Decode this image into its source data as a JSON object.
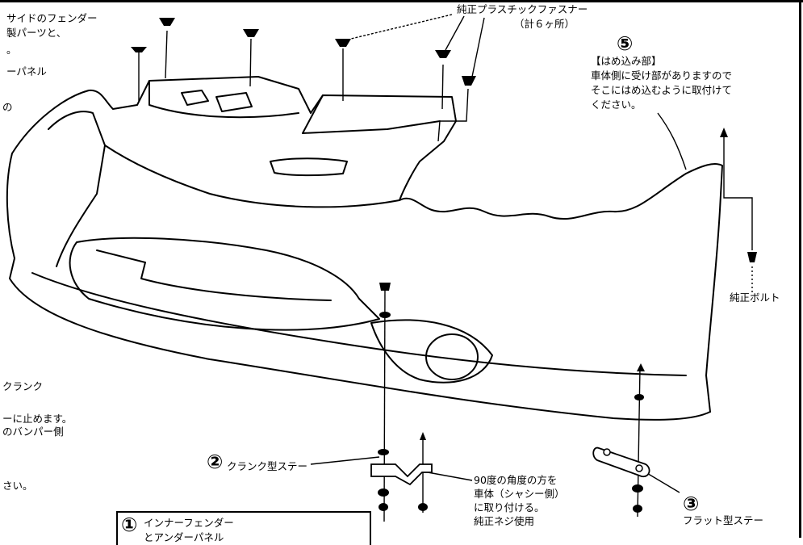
{
  "left_notes": {
    "line1": "サイドのフェンダー",
    "line2": "製パーツと、",
    "line3": "。",
    "line4": "ーパネル",
    "line5": "の",
    "line6": "クランク",
    "line7": "ーに止めます。",
    "line8": "のバンパー側",
    "line9": "さい。"
  },
  "callouts": {
    "fastener": {
      "line1": "純正プラスチックファスナー",
      "line2": "（計６ヶ所）"
    },
    "insert": {
      "number": "⑤",
      "line1": "【はめ込み部】",
      "line2": "車体側に受け部がありますので",
      "line3": "そこにはめ込むように取付けて",
      "line4": "ください。"
    },
    "bolt": "純正ボルト",
    "crank_stay": {
      "number": "②",
      "label": "クランク型ステー"
    },
    "angle_note": {
      "line1": "90度の角度の方を",
      "line2": "車体（シャシー側）",
      "line3": "に取り付ける。",
      "line4": "純正ネジ使用"
    },
    "flat_stay": {
      "number": "③",
      "label": "フラット型ステー"
    },
    "inner_fender": {
      "number": "①",
      "line1": "インナーフェンダー",
      "line2": "とアンダーパネル"
    }
  }
}
